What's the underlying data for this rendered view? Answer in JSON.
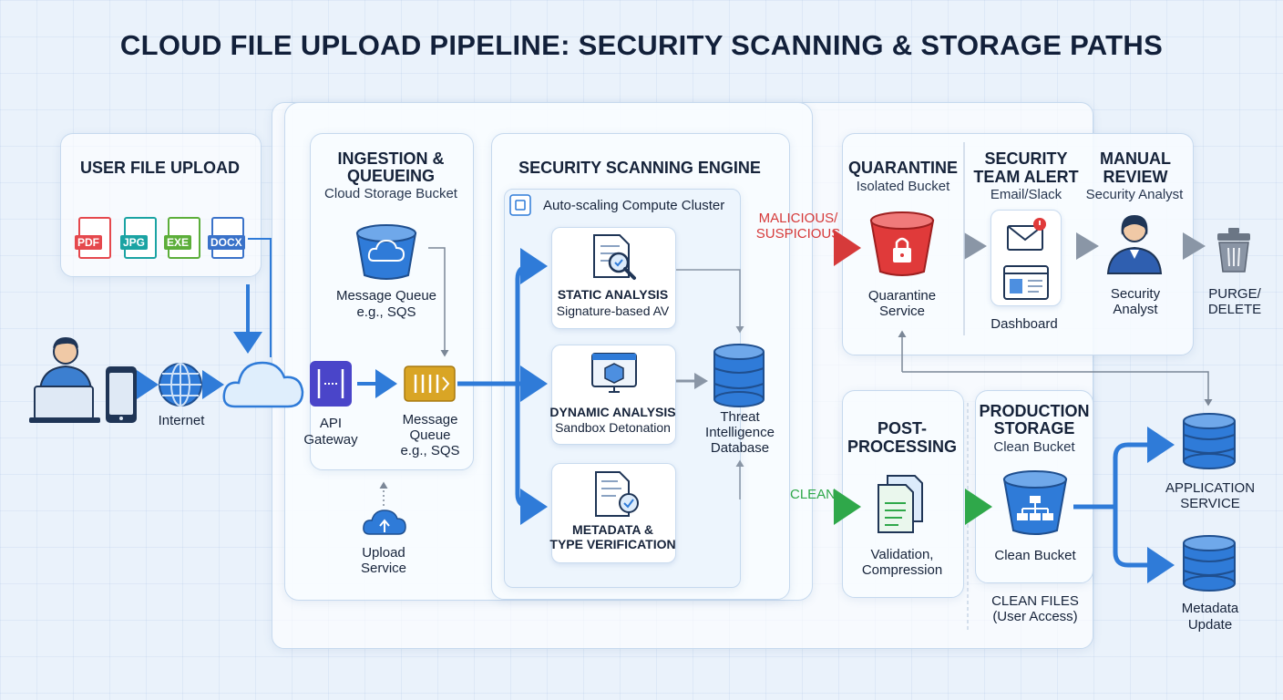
{
  "title": "CLOUD FILE UPLOAD PIPELINE: SECURITY SCANNING & STORAGE PATHS",
  "user_upload": {
    "heading": "USER FILE UPLOAD",
    "file_types": [
      "PDF",
      "JPG",
      "EXE",
      "DOCX"
    ]
  },
  "client": {
    "internet_label": "Internet"
  },
  "gateway": {
    "label_line1": "API",
    "label_line2": "Gateway"
  },
  "ingestion": {
    "heading_line1": "INGESTION &",
    "heading_line2": "QUEUEING",
    "subtitle": "Cloud Storage Bucket",
    "bucket_label_line1": "Message Queue",
    "bucket_label_line2": "e.g., SQS",
    "queue_label_line1": "Message",
    "queue_label_line2": "Queue",
    "queue_label_line3": "e.g., SQS"
  },
  "upload_service": {
    "line1": "Upload",
    "line2": "Service"
  },
  "scanning": {
    "heading": "SECURITY SCANNING ENGINE",
    "cluster_label": "Auto-scaling Compute Cluster",
    "static": {
      "title": "STATIC ANALYSIS",
      "subtitle": "Signature-based AV"
    },
    "dynamic": {
      "title": "DYNAMIC ANALYSIS",
      "subtitle": "Sandbox Detonation"
    },
    "metadata": {
      "title_line1": "METADATA &",
      "title_line2": "TYPE VERIFICATION"
    },
    "threat_db": {
      "line1": "Threat",
      "line2": "Intelligence",
      "line3": "Database"
    }
  },
  "paths": {
    "malicious_line1": "MALICIOUS/",
    "malicious_line2": "SUSPICIOUS",
    "clean": "CLEAN"
  },
  "quarantine": {
    "heading": "QUARANTINE",
    "subtitle": "Isolated Bucket",
    "label_line1": "Quarantine",
    "label_line2": "Service"
  },
  "alert": {
    "heading_line1": "SECURITY",
    "heading_line2": "TEAM ALERT",
    "subtitle": "Email/Slack",
    "dashboard_label": "Dashboard"
  },
  "manual_review": {
    "heading_line1": "MANUAL",
    "heading_line2": "REVIEW",
    "subtitle": "Security Analyst",
    "label_line1": "Security",
    "label_line2": "Analyst"
  },
  "purge": {
    "line1": "PURGE/",
    "line2": "DELETE"
  },
  "post_processing": {
    "heading_line1": "POST-",
    "heading_line2": "PROCESSING",
    "label_line1": "Validation,",
    "label_line2": "Compression"
  },
  "production": {
    "heading_line1": "PRODUCTION",
    "heading_line2": "STORAGE",
    "subtitle": "Clean Bucket",
    "bucket_label": "Clean Bucket",
    "footer_line1": "CLEAN FILES",
    "footer_line2": "(User Access)"
  },
  "app_service": {
    "line1": "APPLICATION",
    "line2": "SERVICE"
  },
  "metadata_update": {
    "line1": "Metadata",
    "line2": "Update"
  },
  "colors": {
    "accent_blue": "#2f7bd8",
    "danger_red": "#d63a3a",
    "clean_green": "#2fa84a",
    "ink": "#16233a",
    "pdf": "#e5484d",
    "jpg": "#1aa3a3",
    "exe": "#5cae3a",
    "docx": "#3a72c9"
  }
}
